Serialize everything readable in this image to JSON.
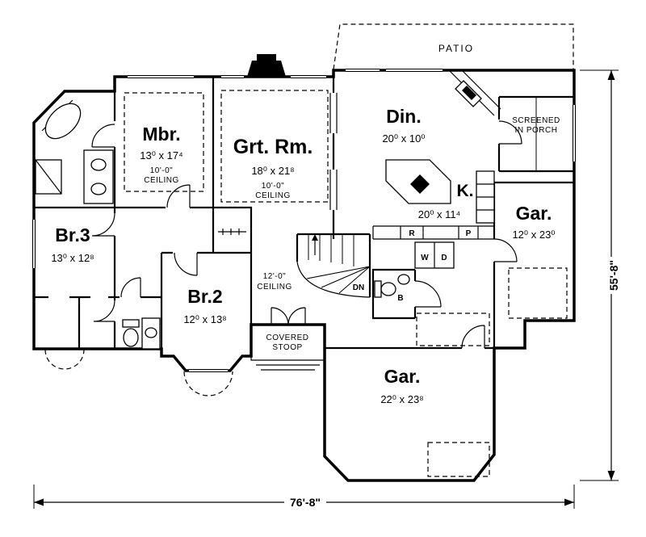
{
  "plan": {
    "outdoor": {
      "patio": "PATIO",
      "stoop_line1": "COVERED",
      "stoop_line2": "STOOP",
      "porch_line1": "SCREENED",
      "porch_line2": "IN PORCH"
    },
    "rooms": {
      "mbr": {
        "name": "Mbr.",
        "dims": "13⁰ x 17⁴",
        "ceiling_line1": "10'-0\"",
        "ceiling_line2": "CEILING"
      },
      "great_room": {
        "name": "Grt. Rm.",
        "dims": "18⁰ x 21⁸",
        "ceiling_line1": "10'-0\"",
        "ceiling_line2": "CEILING"
      },
      "dining": {
        "name": "Din.",
        "dims": "20⁰ x 10⁰"
      },
      "kitchen": {
        "name": "K.",
        "dims": "20⁰ x 11⁴"
      },
      "garage_side": {
        "name": "Gar.",
        "dims": "12⁰ x 23⁰"
      },
      "garage_front": {
        "name": "Gar.",
        "dims": "22⁰ x 23⁸"
      },
      "bedroom3": {
        "name": "Br.3",
        "dims": "13⁰ x 12⁸"
      },
      "bedroom2": {
        "name": "Br.2",
        "dims": "12⁰ x 13⁸"
      },
      "foyer": {
        "ceiling_line1": "12'-0\"",
        "ceiling_line2": "CEILING"
      }
    },
    "annotations": {
      "down": "DN",
      "washer": "W",
      "dryer": "D",
      "range": "R",
      "pantry": "P",
      "bath": "B"
    },
    "dimensions": {
      "width": "76'-8\"",
      "depth": "55'-8\""
    },
    "colors": {
      "ink": "#000000",
      "paper": "#ffffff"
    }
  }
}
